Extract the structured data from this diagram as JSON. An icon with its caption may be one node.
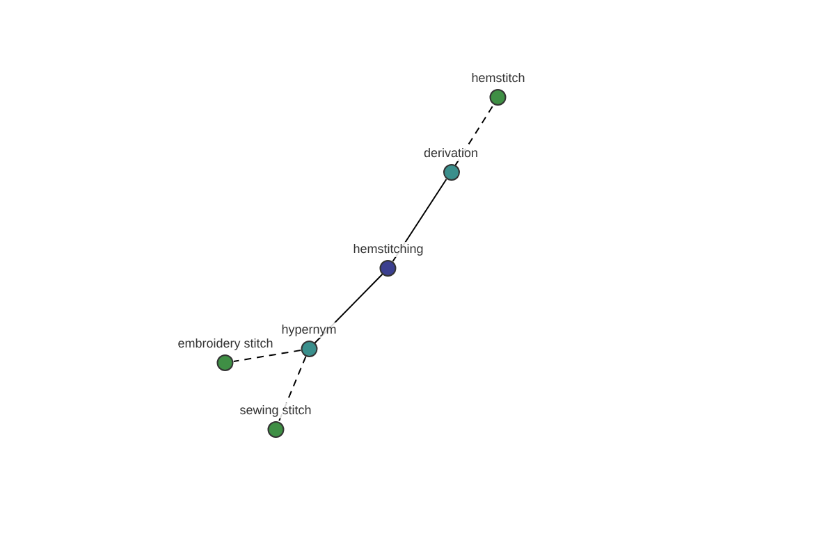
{
  "diagram": {
    "nodes": [
      {
        "text": [
          "hemstitch"
        ]
      },
      {
        "text": [
          "derivation"
        ]
      },
      {
        "text": [
          "hemstitching"
        ]
      },
      {
        "text": [
          "hypernym"
        ]
      },
      {
        "text": [
          "embroidery stitch"
        ]
      },
      {
        "text": [
          "sewing stitch"
        ]
      }
    ],
    "edges": [
      {
        "from": 2,
        "to": 1,
        "arrow": "none"
      },
      {
        "from": 1,
        "to": 0,
        "arrow": "none",
        "style": "dashed"
      },
      {
        "from": 2,
        "to": 3,
        "arrow": "none"
      },
      {
        "from": 3,
        "to": 4,
        "arrow": "none",
        "style": "dashed"
      },
      {
        "from": 3,
        "to": 5,
        "arrow": "none",
        "style": "dashed"
      }
    ]
  }
}
